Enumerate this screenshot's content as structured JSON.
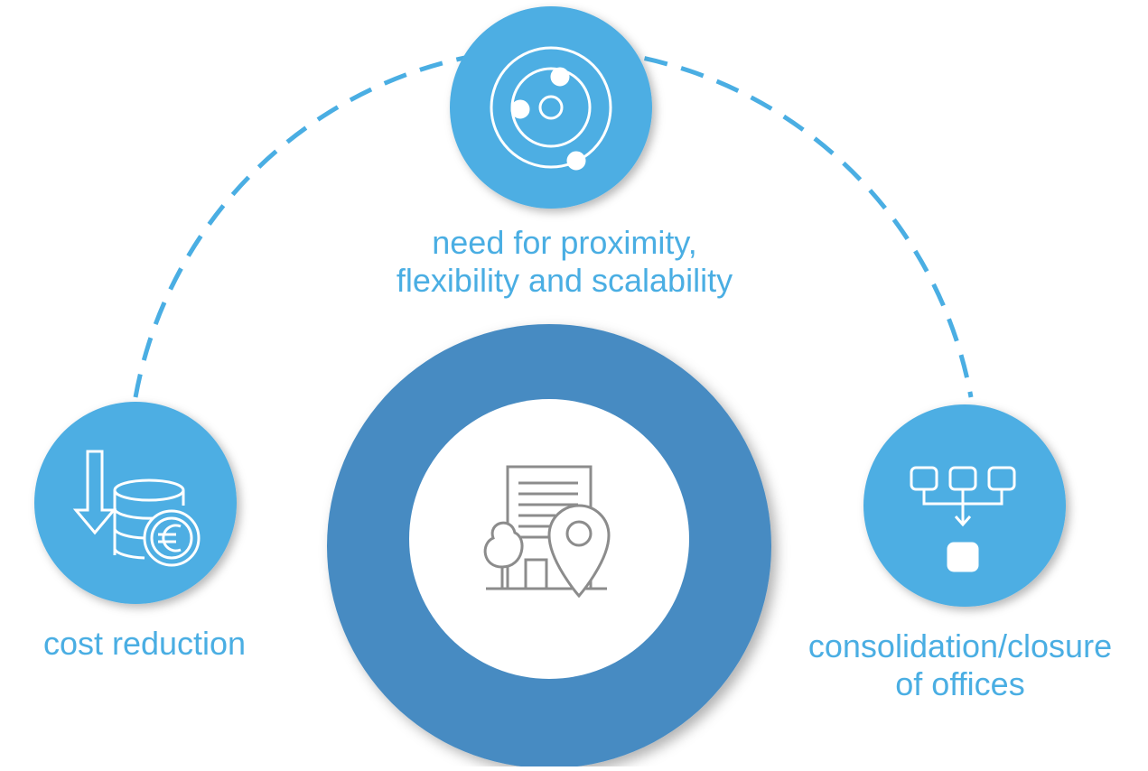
{
  "nodes": {
    "top": {
      "label_line1": "need for proximity,",
      "label_line2": "flexibility and scalability",
      "icon": "orbit-icon"
    },
    "left": {
      "label": "cost reduction",
      "icon": "euro-cost-down-icon"
    },
    "right": {
      "label_line1": "consolidation/closure",
      "label_line2": "of offices",
      "icon": "consolidation-icon"
    },
    "center": {
      "icon": "building-location-icon"
    }
  },
  "colors": {
    "node_fill": "#4eaee3",
    "center_ring": "#478bc2",
    "center_inner": "#ffffff",
    "label_text": "#4aaee3",
    "center_icon": "#8c8c8c",
    "dashed_arc": "#4aaee3"
  }
}
